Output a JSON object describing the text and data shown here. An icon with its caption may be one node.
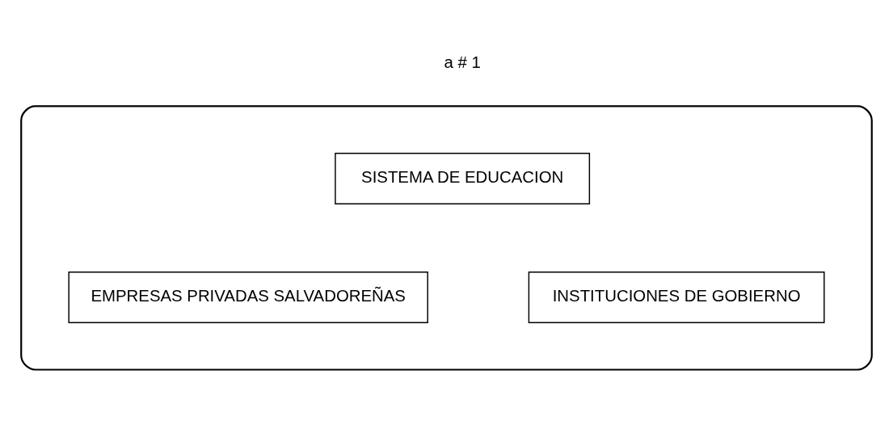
{
  "diagram": {
    "nodes": [
      {
        "text": [],
        "shape": "ellipse"
      },
      {
        "text": [
          "SISTEMA DE EDUCACION"
        ],
        "in": 0
      },
      {
        "text": [
          "EMPRESAS PRIVADAS SALVADOREÑAS"
        ],
        "in": 0
      },
      {
        "text": [
          "INSTITUCIONES DE GOBIERNO"
        ],
        "in": 0
      }
    ],
    "edges": [],
    "labels": [
      "a # 1"
    ]
  }
}
